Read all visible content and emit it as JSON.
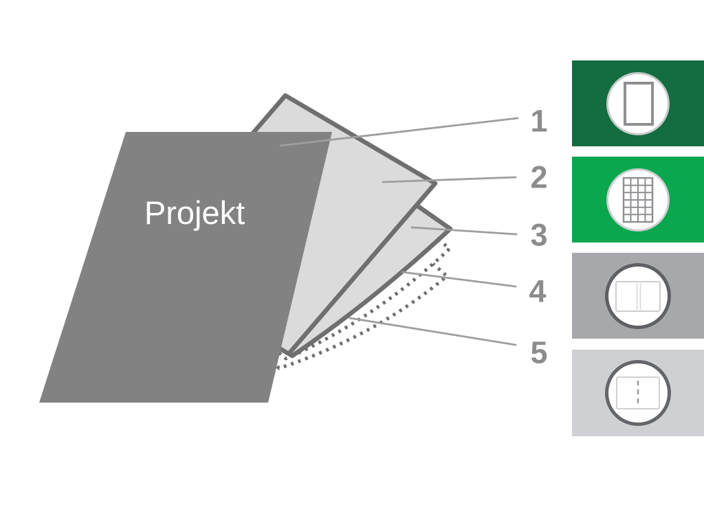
{
  "diagram": {
    "cover": {
      "label": "Projekt",
      "fill": "#828282",
      "label_color": "#ffffff"
    },
    "sheets": {
      "sheet2_fill": "#dbdbdb",
      "sheet3_fill": "#dcdcdc",
      "dotted_sheet_fill": "#ffffff",
      "border_color": "#6f6f6f"
    },
    "leader_line_color": "#9e9e9e",
    "callout_number_color": "#8c8c8c",
    "callouts": [
      {
        "number": "1"
      },
      {
        "number": "2"
      },
      {
        "number": "3"
      },
      {
        "number": "4"
      },
      {
        "number": "5"
      }
    ]
  },
  "legend": {
    "items": [
      {
        "icon": "portrait-page-icon",
        "background": "#146c41",
        "circle_border": "#c6cbc8",
        "icon_stroke": "#8d8f92"
      },
      {
        "icon": "grid-page-icon",
        "background": "#0aa74f",
        "circle_border": "#cbcecf",
        "icon_stroke": "#8d8f92"
      },
      {
        "icon": "open-book-icon",
        "background": "#a6a8ab",
        "circle_border": "#5e6063",
        "icon_stroke": "#cbcdcf"
      },
      {
        "icon": "stitched-book-icon",
        "background": "#ced0d3",
        "circle_border": "#646669",
        "icon_stroke": "#cfd1d3"
      }
    ]
  }
}
